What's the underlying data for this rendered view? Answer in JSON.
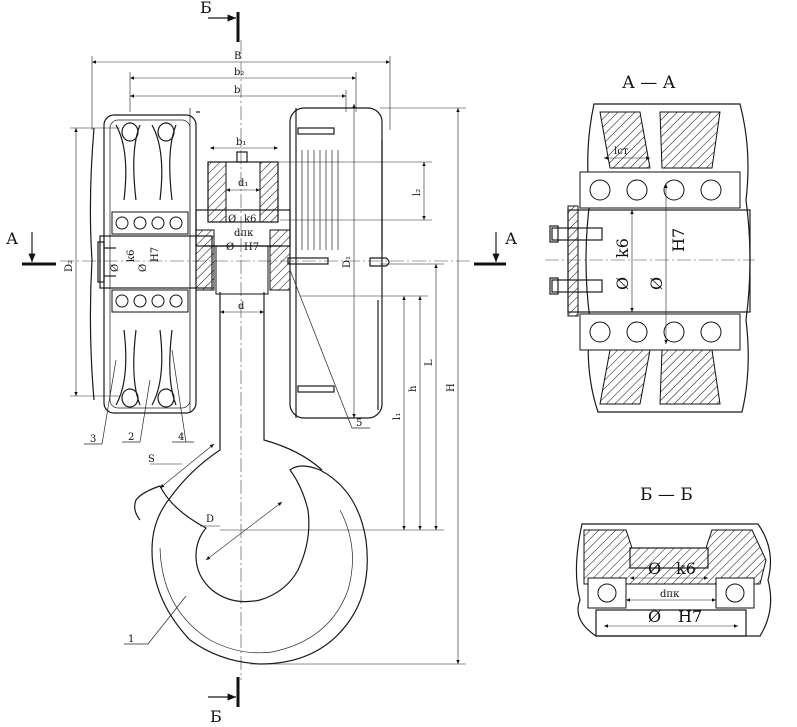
{
  "sections": {
    "a_a": "А — А",
    "b_b": "Б — Б",
    "mark_a": "А",
    "mark_b": "Б"
  },
  "dims": {
    "B": "B",
    "b2": "b₂",
    "b": "b",
    "b1": "b₁",
    "D2": "D₂",
    "D1": "D₁",
    "d1": "d₁",
    "d": "d",
    "dpk": "dпк",
    "k6": "k6",
    "H7": "H7",
    "l2": "l₂",
    "L": "L",
    "h": "h",
    "l1": "l₁",
    "H": "H",
    "S": "S",
    "D": "D",
    "lst": "lст",
    "phi": "Ø"
  },
  "callouts": [
    "1",
    "2",
    "3",
    "4",
    "5"
  ]
}
